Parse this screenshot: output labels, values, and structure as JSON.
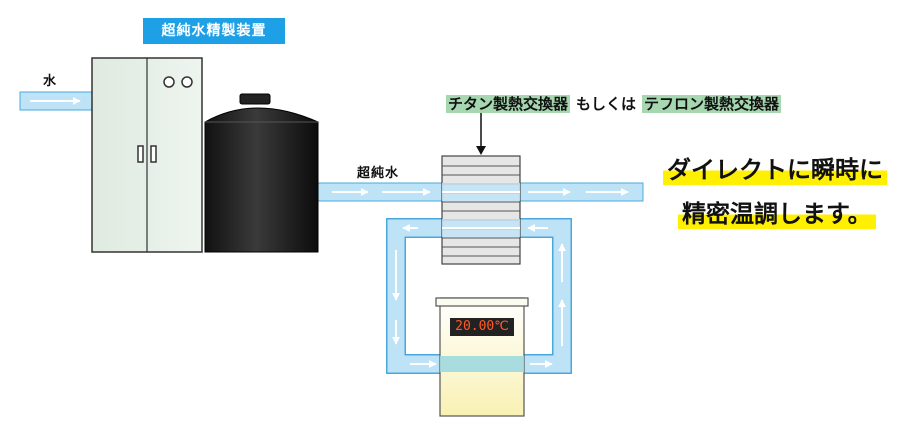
{
  "labels": {
    "equipment": "超純水精製装置",
    "water_in": "水",
    "ultrapure_water": "超純水",
    "hx_titanium": "チタン製熱交換器",
    "hx_or": "もしくは",
    "hx_teflon": "テフロン製熱交換器",
    "headline_line1": "ダイレクトに瞬時に",
    "headline_line2": "精密温調します。"
  },
  "chiller": {
    "temperature": "20.00℃"
  },
  "colors": {
    "label_blue": "#1ea0e6",
    "pipe_blue": "#bfe3f6",
    "highlight_green": "#a6d7b0",
    "highlight_yellow": "#ffef00",
    "cabinet_green": "#e4efe6",
    "tank_black": "#1a1a1a",
    "chiller_cream": "#fdf7c8"
  }
}
